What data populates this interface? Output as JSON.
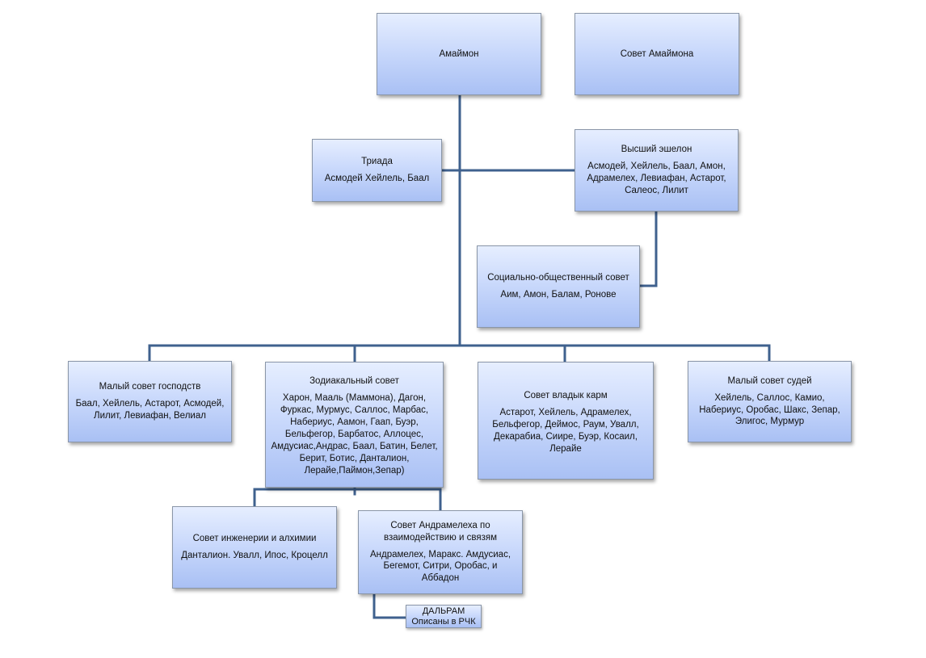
{
  "nodes": {
    "amaimon": {
      "title": "Амаймон"
    },
    "council_amaimon": {
      "title": "Совет Амаймона"
    },
    "triad": {
      "title": "Триада",
      "body": "Асмодей Хейлель, Баал"
    },
    "high_echelon": {
      "title": "Высший эшелон",
      "body": "Асмодей, Хейлель, Баал, Амон, Адрамелех, Левиафан, Астарот, Салеос, Лилит"
    },
    "social_council": {
      "title": "Социально-общественный совет",
      "body": "Аим, Амон, Балам, Ронове"
    },
    "small_council_lords": {
      "title": "Малый совет господств",
      "body": "Баал, Хейлель, Астарот, Асмодей, Лилит, Левиафан, Велиал"
    },
    "zodiac_council": {
      "title": "Зодиакальный совет",
      "body": "Харон, Мааль (Маммона), Дагон, Фуркас, Мурмус, Саллос, Марбас, Набериус, Аамон, Гаап, Буэр, Бельфегор, Барбатос, Аллоцес, Амдусиас,Андрас, Баал, Батин, Белет, Берит, Ботис, Данталион, Лерайе,Паймон,Зепар)"
    },
    "karma_council": {
      "title": "Совет владык карм",
      "body": "Астарот, Хейлель, Адрамелех, Бельфегор, Деймос, Раум, Увалл, Декарабиа, Сиире, Буэр, Косаил, Лерайе"
    },
    "judges_council": {
      "title": "Малый совет судей",
      "body": "Хейлель, Саллос, Камио, Набериус, Оробас, Шакс, Зепар, Элигос, Мурмур"
    },
    "engineering_council": {
      "title": "Совет инженерии  и алхимии",
      "body": "Данталион. Увалл, Ипос,  Кроцелл"
    },
    "adramelech_council": {
      "title": "Совет Андрамелеха по взаимодействию и связям",
      "body": "Андрамелех, Маракс. Амдусиас, Бегемот, Ситри, Оробас, и Аббадон"
    },
    "dalram": {
      "title": "ДАЛЬРАМ",
      "body": "Описаны в РЧК"
    }
  },
  "colors": {
    "connector": "#3f618e",
    "box_border": "#8a96a8",
    "box_top": "#e6eeff",
    "box_bottom": "#a9c0f4"
  }
}
